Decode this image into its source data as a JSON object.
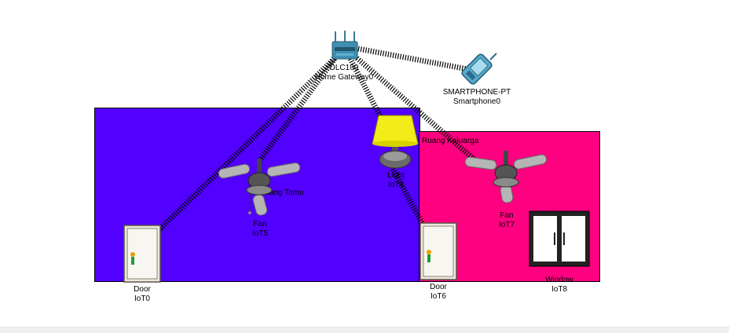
{
  "colors": {
    "room_tamu": "#5200ff",
    "room_keluarga": "#ff0080",
    "link": "#000000"
  },
  "rooms": [
    {
      "id": "room-tamu",
      "label": "Ruang Tamu"
    },
    {
      "id": "room-keluarga",
      "label": "Ruang Keluarga"
    }
  ],
  "devices": {
    "gateway": {
      "model": "DLC100",
      "name": "Home Gateway0",
      "icon": "home-gateway-icon"
    },
    "smartphone": {
      "model": "SMARTPHONE-PT",
      "name": "Smartphone0",
      "icon": "smartphone-icon"
    },
    "light": {
      "model": "Light",
      "name": "IoT4",
      "icon": "lamp-icon"
    },
    "fan5": {
      "model": "Fan",
      "name": "IoT5",
      "icon": "ceiling-fan-icon"
    },
    "fan7": {
      "model": "Fan",
      "name": "IoT7",
      "icon": "ceiling-fan-icon"
    },
    "door0": {
      "model": "Door",
      "name": "IoT0",
      "icon": "door-icon"
    },
    "door6": {
      "model": "Door",
      "name": "IoT6",
      "icon": "door-icon"
    },
    "window8": {
      "model": "Window",
      "name": "IoT8",
      "icon": "window-icon"
    }
  }
}
